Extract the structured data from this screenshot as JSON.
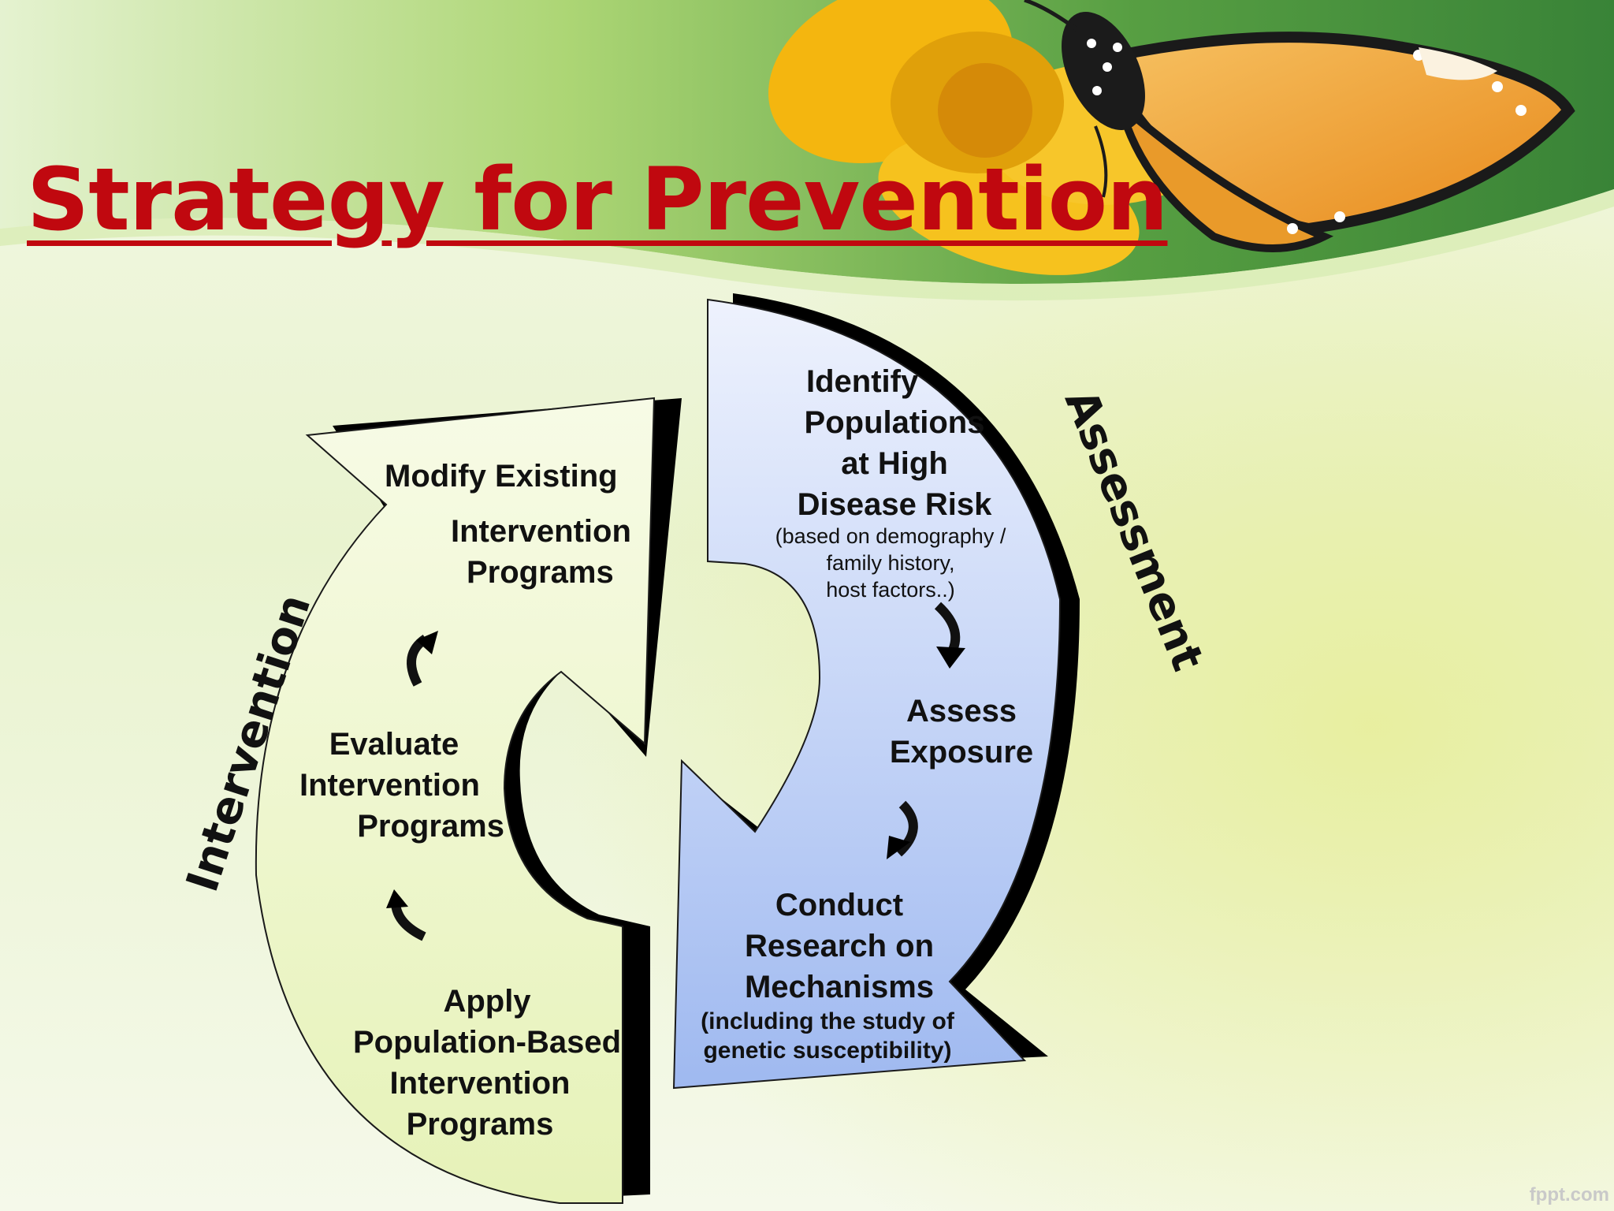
{
  "slide": {
    "title": "Strategy for Prevention",
    "watermark": "fppt.com"
  },
  "assessment": {
    "label": "Assessment",
    "step1": {
      "line1": "Identify",
      "line2": "Populations",
      "line3": "at High",
      "line4": "Disease Risk",
      "note1": "(based on demography /",
      "note2": "family history,",
      "note3": "host factors..)"
    },
    "step2": {
      "line1": "Assess",
      "line2": "Exposure"
    },
    "step3": {
      "line1": "Conduct",
      "line2": "Research on",
      "line3": "Mechanisms",
      "note1": "(including the study of",
      "note2": "genetic susceptibility)"
    }
  },
  "intervention": {
    "label": "Intervention",
    "step1": {
      "line1": "Apply",
      "line2": "Population-Based",
      "line3": "Intervention",
      "line4": "Programs"
    },
    "step2": {
      "line1": "Evaluate",
      "line2": "Intervention",
      "line3": "Programs"
    },
    "step3": {
      "line1": "Modify Existing",
      "line2": "Intervention",
      "line3": "Programs"
    }
  },
  "colors": {
    "title": "#c0080f",
    "assessment_fill_top": "#e8eefc",
    "assessment_fill_bottom": "#9fb9f0",
    "intervention_fill": "#eef7cc",
    "shadow": "#000000"
  },
  "icons": [
    "butterfly-icon",
    "flower-icon",
    "curved-arrow-icon"
  ]
}
